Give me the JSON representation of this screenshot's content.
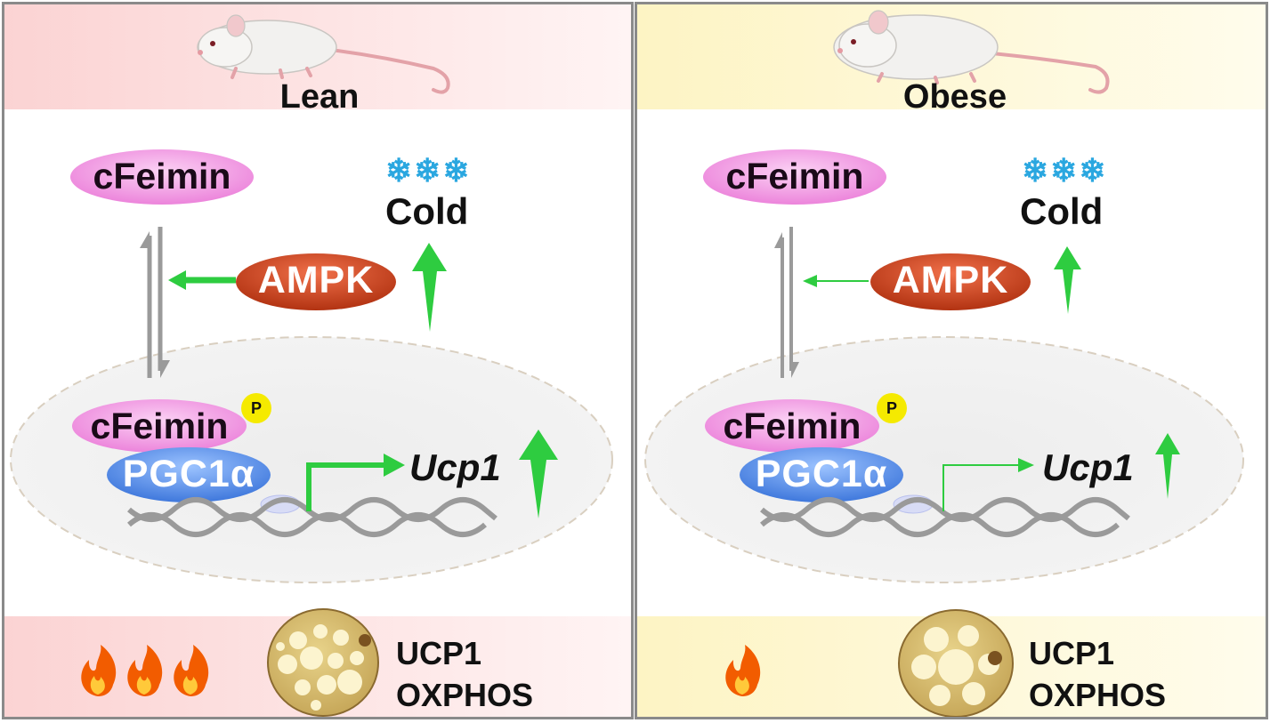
{
  "panels": [
    {
      "title": "Lean",
      "cfeimin": "cFeimin",
      "ampk": "AMPK",
      "cold_icon": "❄❄❄",
      "cold": "Cold",
      "phospho": "P",
      "pgc": "PGC1α",
      "gene": "Ucp1",
      "flames": "🔥🔥🔥",
      "markers": [
        "UCP1",
        "OXPHOS"
      ]
    },
    {
      "title": "Obese",
      "cfeimin": "cFeimin",
      "ampk": "AMPK",
      "cold_icon": "❄❄❄",
      "cold": "Cold",
      "phospho": "P",
      "pgc": "PGC1α",
      "gene": "Ucp1",
      "flames": "🔥",
      "markers": [
        "UCP1",
        "OXPHOS"
      ]
    }
  ],
  "colors": {
    "lean_tint": "#fde4e4",
    "obese_tint": "#fdf8d8",
    "arrow_green": "#2ecc40",
    "cfeimin_pink": "#f4a0e6",
    "ampk_red": "#c5401c",
    "pgc_blue": "#4f8fe8",
    "border_gray": "#8a8a8a"
  },
  "icons": [
    "mouse-icon",
    "snowflake-icon",
    "dna-helix-icon",
    "fire-icon",
    "adipocyte-icon"
  ]
}
